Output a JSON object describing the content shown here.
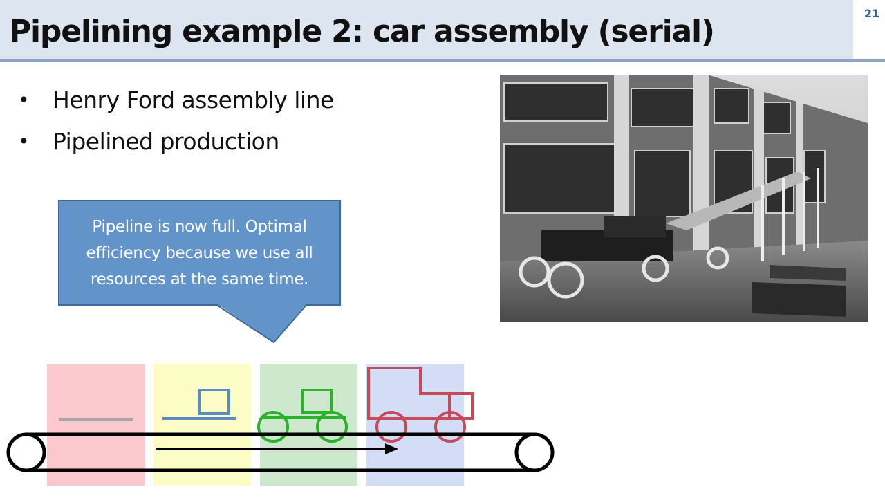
{
  "slide": {
    "title": "Pipelining example 2: car assembly (serial)",
    "number": "21"
  },
  "bullets": [
    {
      "marker": "•",
      "text": "Henry Ford assembly line"
    },
    {
      "marker": "•",
      "text": "Pipelined production"
    }
  ],
  "callout": {
    "text": "Pipeline is now full. Optimal efficiency because we use all resources at the same time."
  },
  "colors": {
    "title_bar": "#dde5f0",
    "title_rule": "#8aa6c8",
    "callout_fill": "#6293c9",
    "stage_1": "#f9c9ce",
    "stage_2": "#fbfcc6",
    "stage_3": "#cde8cc",
    "stage_4": "#d4ddf6",
    "stage_1_part": "#a7a7a7",
    "stage_2_part": "#5c8ac2",
    "stage_3_part": "#2ab32a",
    "stage_4_part": "#c74a5a"
  },
  "icons": {
    "photo": "ford-factory-photo",
    "conveyor": "conveyor-belt",
    "direction": "arrow-right-icon"
  }
}
